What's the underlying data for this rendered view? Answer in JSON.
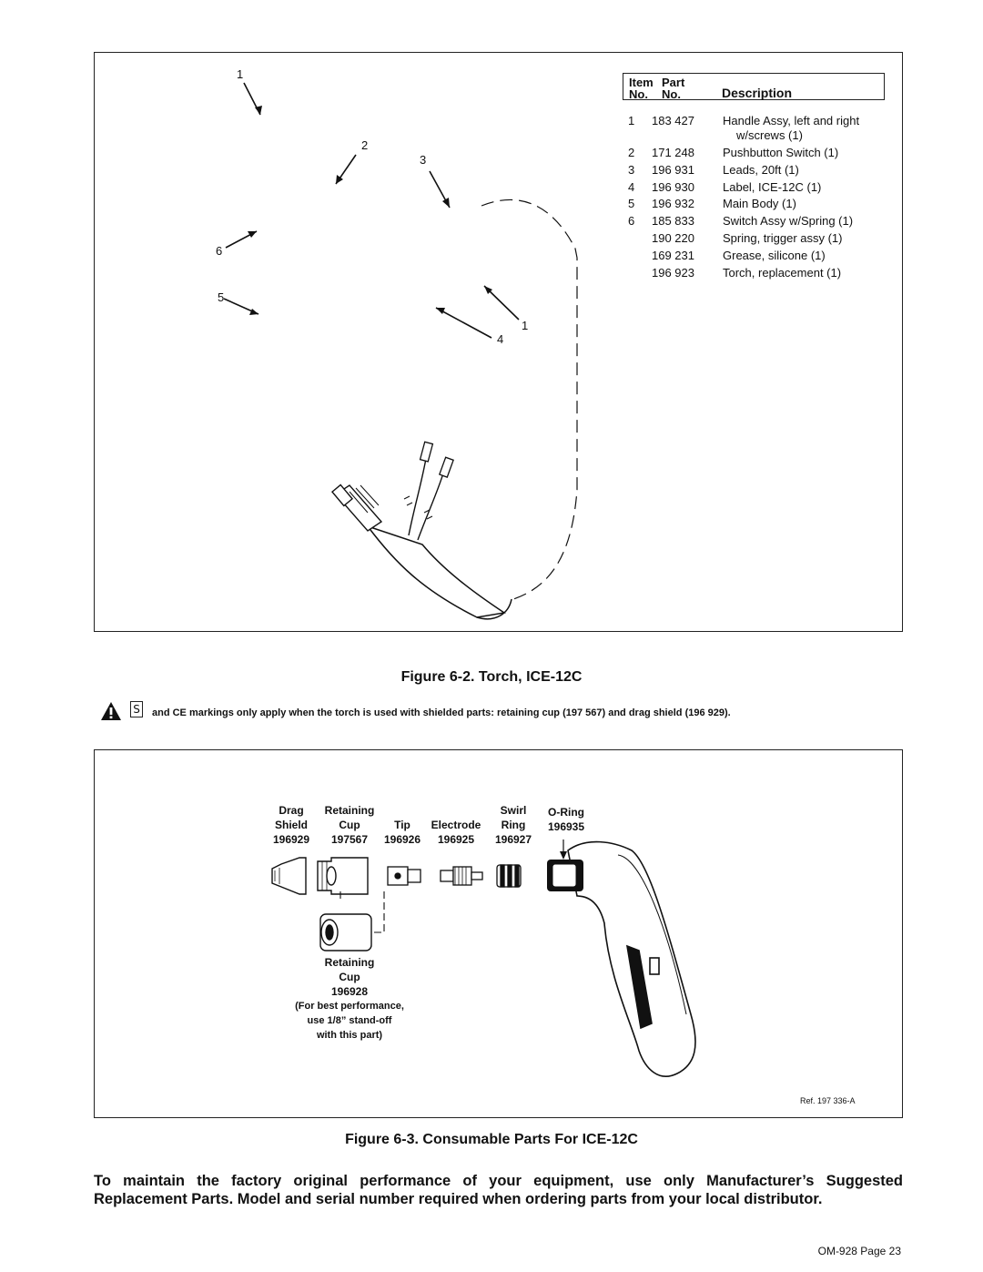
{
  "figure1": {
    "callouts": [
      "1",
      "2",
      "3",
      "6",
      "5",
      "1",
      "4"
    ],
    "parts_list": {
      "headers": {
        "item_line1": "Item",
        "item_line2": "No.",
        "part_line1": "Part",
        "part_line2": "No.",
        "description": "Description"
      },
      "rows": [
        {
          "item": "1",
          "part": "183 427",
          "desc": "Handle Assy, left and right",
          "desc2": "w/screws (1)"
        },
        {
          "item": "2",
          "part": "171 248",
          "desc": "Pushbutton Switch (1)"
        },
        {
          "item": "3",
          "part": "196 931",
          "desc": "Leads, 20ft (1)"
        },
        {
          "item": "4",
          "part": "196 930",
          "desc": "Label, ICE-12C (1)"
        },
        {
          "item": "5",
          "part": "196 932",
          "desc": "Main Body (1)"
        },
        {
          "item": "6",
          "part": "185 833",
          "desc": "Switch Assy w/Spring (1)"
        },
        {
          "item": "",
          "part": "190 220",
          "desc": "Spring, trigger assy (1)"
        },
        {
          "item": "",
          "part": "169 231",
          "desc": "Grease, silicone (1)"
        },
        {
          "item": "",
          "part": "196 923",
          "desc": "Torch, replacement (1)"
        }
      ]
    },
    "caption": "Figure 6-2. Torch, ICE-12C"
  },
  "warning": {
    "s_mark": "S",
    "text": "and CE markings only apply when the torch is used with shielded parts: retaining cup (197 567) and drag shield (196 929)."
  },
  "figure2": {
    "labels": {
      "drag_shield": [
        "Drag",
        "Shield",
        "196929"
      ],
      "retaining_cup": [
        "Retaining",
        "Cup",
        "197567"
      ],
      "tip": [
        "Tip",
        "196926"
      ],
      "electrode": [
        "Electrode",
        "196925"
      ],
      "swirl_ring": [
        "Swirl",
        "Ring",
        "196927"
      ],
      "o_ring": [
        "O-Ring",
        "196935"
      ],
      "alt_cup": [
        "Retaining",
        "Cup",
        "196928",
        "(For best performance,",
        "use 1/8” stand-off",
        "with this part)"
      ]
    },
    "ref": "Ref. 197 336-A",
    "caption": "Figure 6-3. Consumable Parts For ICE-12C"
  },
  "footer": {
    "paragraph": "To maintain the factory original performance of your equipment, use only Manufacturer’s Suggested Replacement Parts. Model and serial number required when ordering parts from your local distributor.",
    "page": "OM-928 Page 23"
  }
}
